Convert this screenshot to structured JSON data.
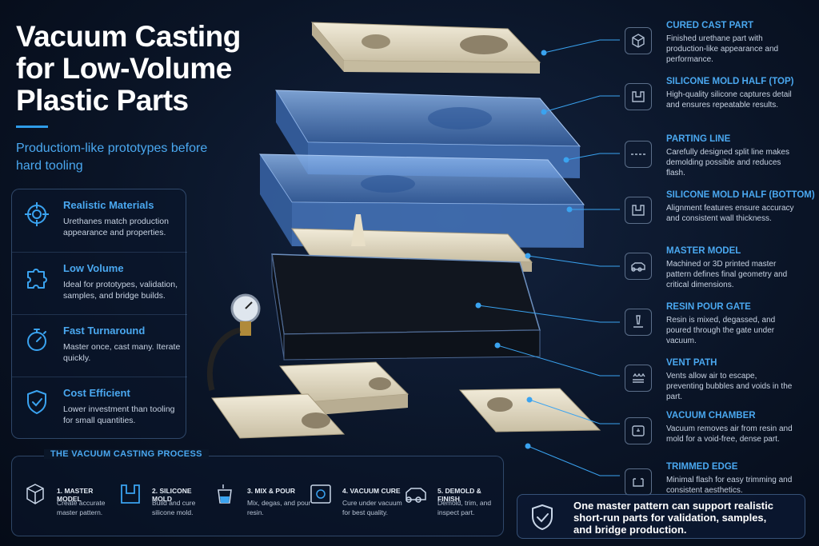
{
  "title": "Vacuum Casting for Low-Volume Plastic Parts",
  "subtitle": "Productiom-like prototypes before hard tooling",
  "benefits": [
    {
      "icon": "target-icon",
      "title": "Realistic Materials",
      "desc": "Urethanes match production appearance and properties."
    },
    {
      "icon": "puzzle-icon",
      "title": "Low Volume",
      "desc": "Ideal for prototypes, validation, samples, and bridge builds."
    },
    {
      "icon": "stopwatch-icon",
      "title": "Fast Turnaround",
      "desc": "Master once, cast many. Iterate quickly."
    },
    {
      "icon": "shield-check-icon",
      "title": "Cost Efficient",
      "desc": "Lower investment than tooling for small quantities."
    }
  ],
  "process": {
    "heading": "THE VACUUM CASTING PROCESS",
    "steps": [
      {
        "icon": "cube-icon",
        "title": "1. MASTER MODEL",
        "desc": "Create accurate master pattern."
      },
      {
        "icon": "mold-icon",
        "title": "2. SILICONE MOLD",
        "desc": "Build and cure silicone mold."
      },
      {
        "icon": "cup-pour-icon",
        "title": "3. MIX & POUR",
        "desc": "Mix, degas, and pour resin."
      },
      {
        "icon": "vacuum-chamber-icon",
        "title": "4. VACUUM CURE",
        "desc": "Cure under vacuum for best quality."
      },
      {
        "icon": "part-icon",
        "title": "5. DEMOLD & FINISH",
        "desc": "Demold, trim, and inspect part."
      }
    ]
  },
  "callouts": [
    {
      "icon": "cube-icon",
      "title": "CURED CAST PART",
      "desc": "Finished urethane part with production-like appearance and performance."
    },
    {
      "icon": "mold-top-icon",
      "title": "SILICONE MOLD HALF (TOP)",
      "desc": "High-quality silicone captures detail and ensures repeatable results."
    },
    {
      "icon": "parting-line-icon",
      "title": "PARTING LINE",
      "desc": "Carefully designed split line makes demolding possible and reduces flash."
    },
    {
      "icon": "mold-bottom-icon",
      "title": "SILICONE MOLD HALF (BOTTOM)",
      "desc": "Alignment features ensure accuracy and consistent wall thickness."
    },
    {
      "icon": "master-model-icon",
      "title": "MASTER MODEL",
      "desc": "Machined or 3D printed master pattern defines final geometry and critical dimensions."
    },
    {
      "icon": "pour-gate-icon",
      "title": "RESIN POUR GATE",
      "desc": "Resin is mixed, degassed, and poured through the gate under vacuum."
    },
    {
      "icon": "vent-icon",
      "title": "VENT PATH",
      "desc": "Vents allow air to escape, preventing bubbles and voids in the part."
    },
    {
      "icon": "vacuum-chamber-icon",
      "title": "VACUUM CHAMBER",
      "desc": "Vacuum removes air from resin and mold for a void-free, dense part."
    },
    {
      "icon": "trimmed-edge-icon",
      "title": "TRIMMED EDGE",
      "desc": "Minimal flash for easy trimming and consistent aesthetics."
    }
  ],
  "banner": {
    "icon": "shield-check-icon",
    "text": "One master pattern can support realistic short-run parts for validation, samples, and bridge production."
  },
  "colors": {
    "accent": "#4aa8f0",
    "background": "#0a1426",
    "silicone": "#5a8fd6",
    "resin_part": "#e3dcc7"
  }
}
